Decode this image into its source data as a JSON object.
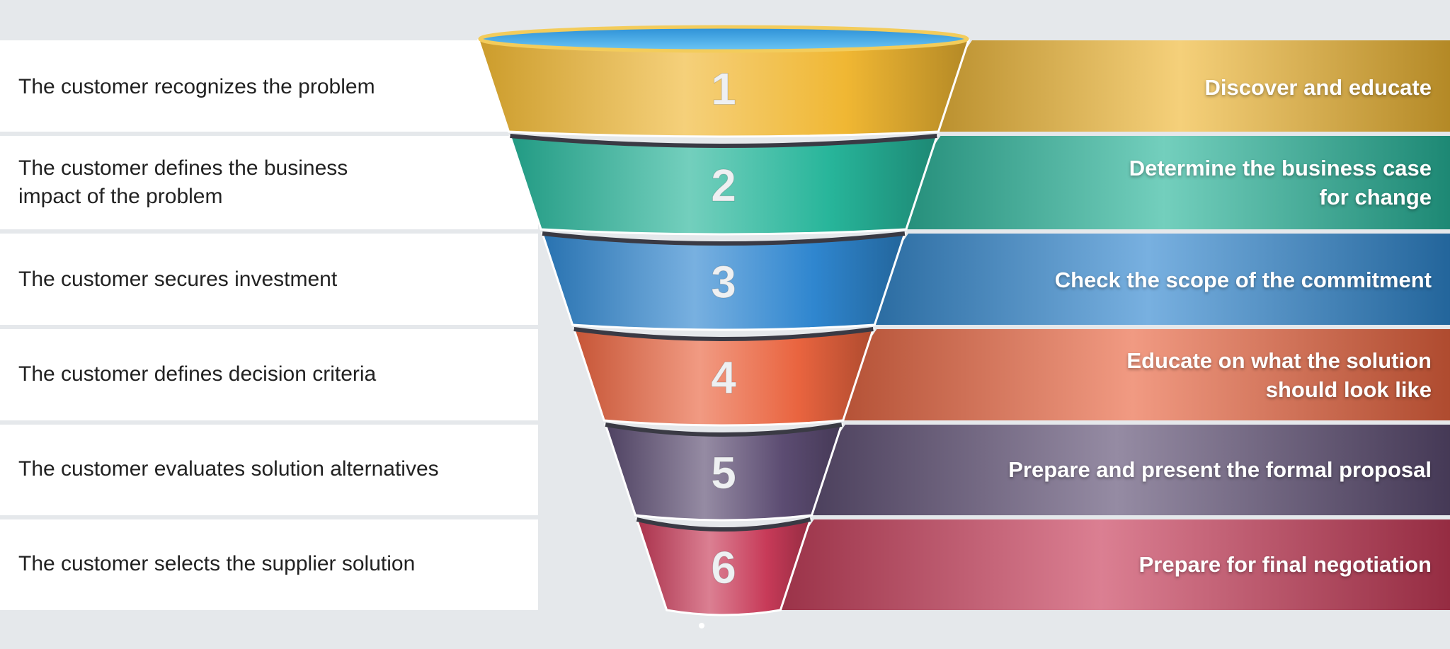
{
  "stages": [
    {
      "number": "1",
      "left_lines": [
        "The customer recognizes the problem"
      ],
      "right_lines": [
        "Discover and educate"
      ],
      "color": "#f0b733"
    },
    {
      "number": "2",
      "left_lines": [
        "The customer defines the business",
        "impact of the problem"
      ],
      "right_lines": [
        "Determine the business case",
        "for change"
      ],
      "color": "#27b59a"
    },
    {
      "number": "3",
      "left_lines": [
        "The customer secures investment"
      ],
      "right_lines": [
        "Check the scope of the commitment"
      ],
      "color": "#2f86cf"
    },
    {
      "number": "4",
      "left_lines": [
        "The customer defines decision criteria"
      ],
      "right_lines": [
        "Educate on what the solution",
        "should look like"
      ],
      "color": "#e9643f"
    },
    {
      "number": "5",
      "left_lines": [
        "The customer evaluates solution alternatives"
      ],
      "right_lines": [
        "Prepare and present the formal proposal"
      ],
      "color": "#5c4c72"
    },
    {
      "number": "6",
      "left_lines": [
        "The customer selects the supplier solution"
      ],
      "right_lines": [
        "Prepare for final negotiation"
      ],
      "color": "#c73a58"
    }
  ]
}
